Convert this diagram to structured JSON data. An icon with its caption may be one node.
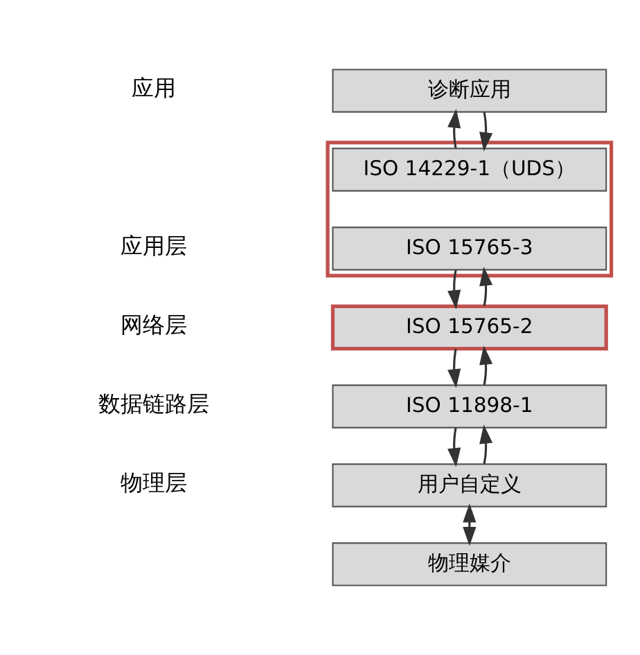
{
  "diagram": {
    "nodes": [
      {
        "text": [
          "诊断应用"
        ]
      },
      {
        "text": [],
        "shape": "box"
      },
      {
        "text": [
          "ISO 14229-1（UDS）"
        ],
        "in": 1
      },
      {
        "text": [
          "ISO 15765-3"
        ],
        "in": 1
      },
      {
        "text": [
          "ISO 15765-2"
        ]
      },
      {
        "text": [
          "ISO 11898-1"
        ]
      },
      {
        "text": [
          "用户自定义"
        ]
      },
      {
        "text": [
          "物理媒介"
        ]
      }
    ],
    "edges": [
      {
        "from": 0,
        "to": 2,
        "arrow": "to"
      },
      {
        "from": 2,
        "to": 0,
        "arrow": "to"
      },
      {
        "from": 3,
        "to": 4,
        "arrow": "to"
      },
      {
        "from": 4,
        "to": 3,
        "arrow": "to"
      },
      {
        "from": 4,
        "to": 5,
        "arrow": "to"
      },
      {
        "from": 5,
        "to": 4,
        "arrow": "to"
      },
      {
        "from": 5,
        "to": 6,
        "arrow": "to"
      },
      {
        "from": 6,
        "to": 5,
        "arrow": "to"
      },
      {
        "from": 6,
        "to": 7,
        "arrow": "both"
      }
    ],
    "labels": [
      "应用",
      "应用层",
      "网络层",
      "数据链路层",
      "物理层"
    ]
  }
}
